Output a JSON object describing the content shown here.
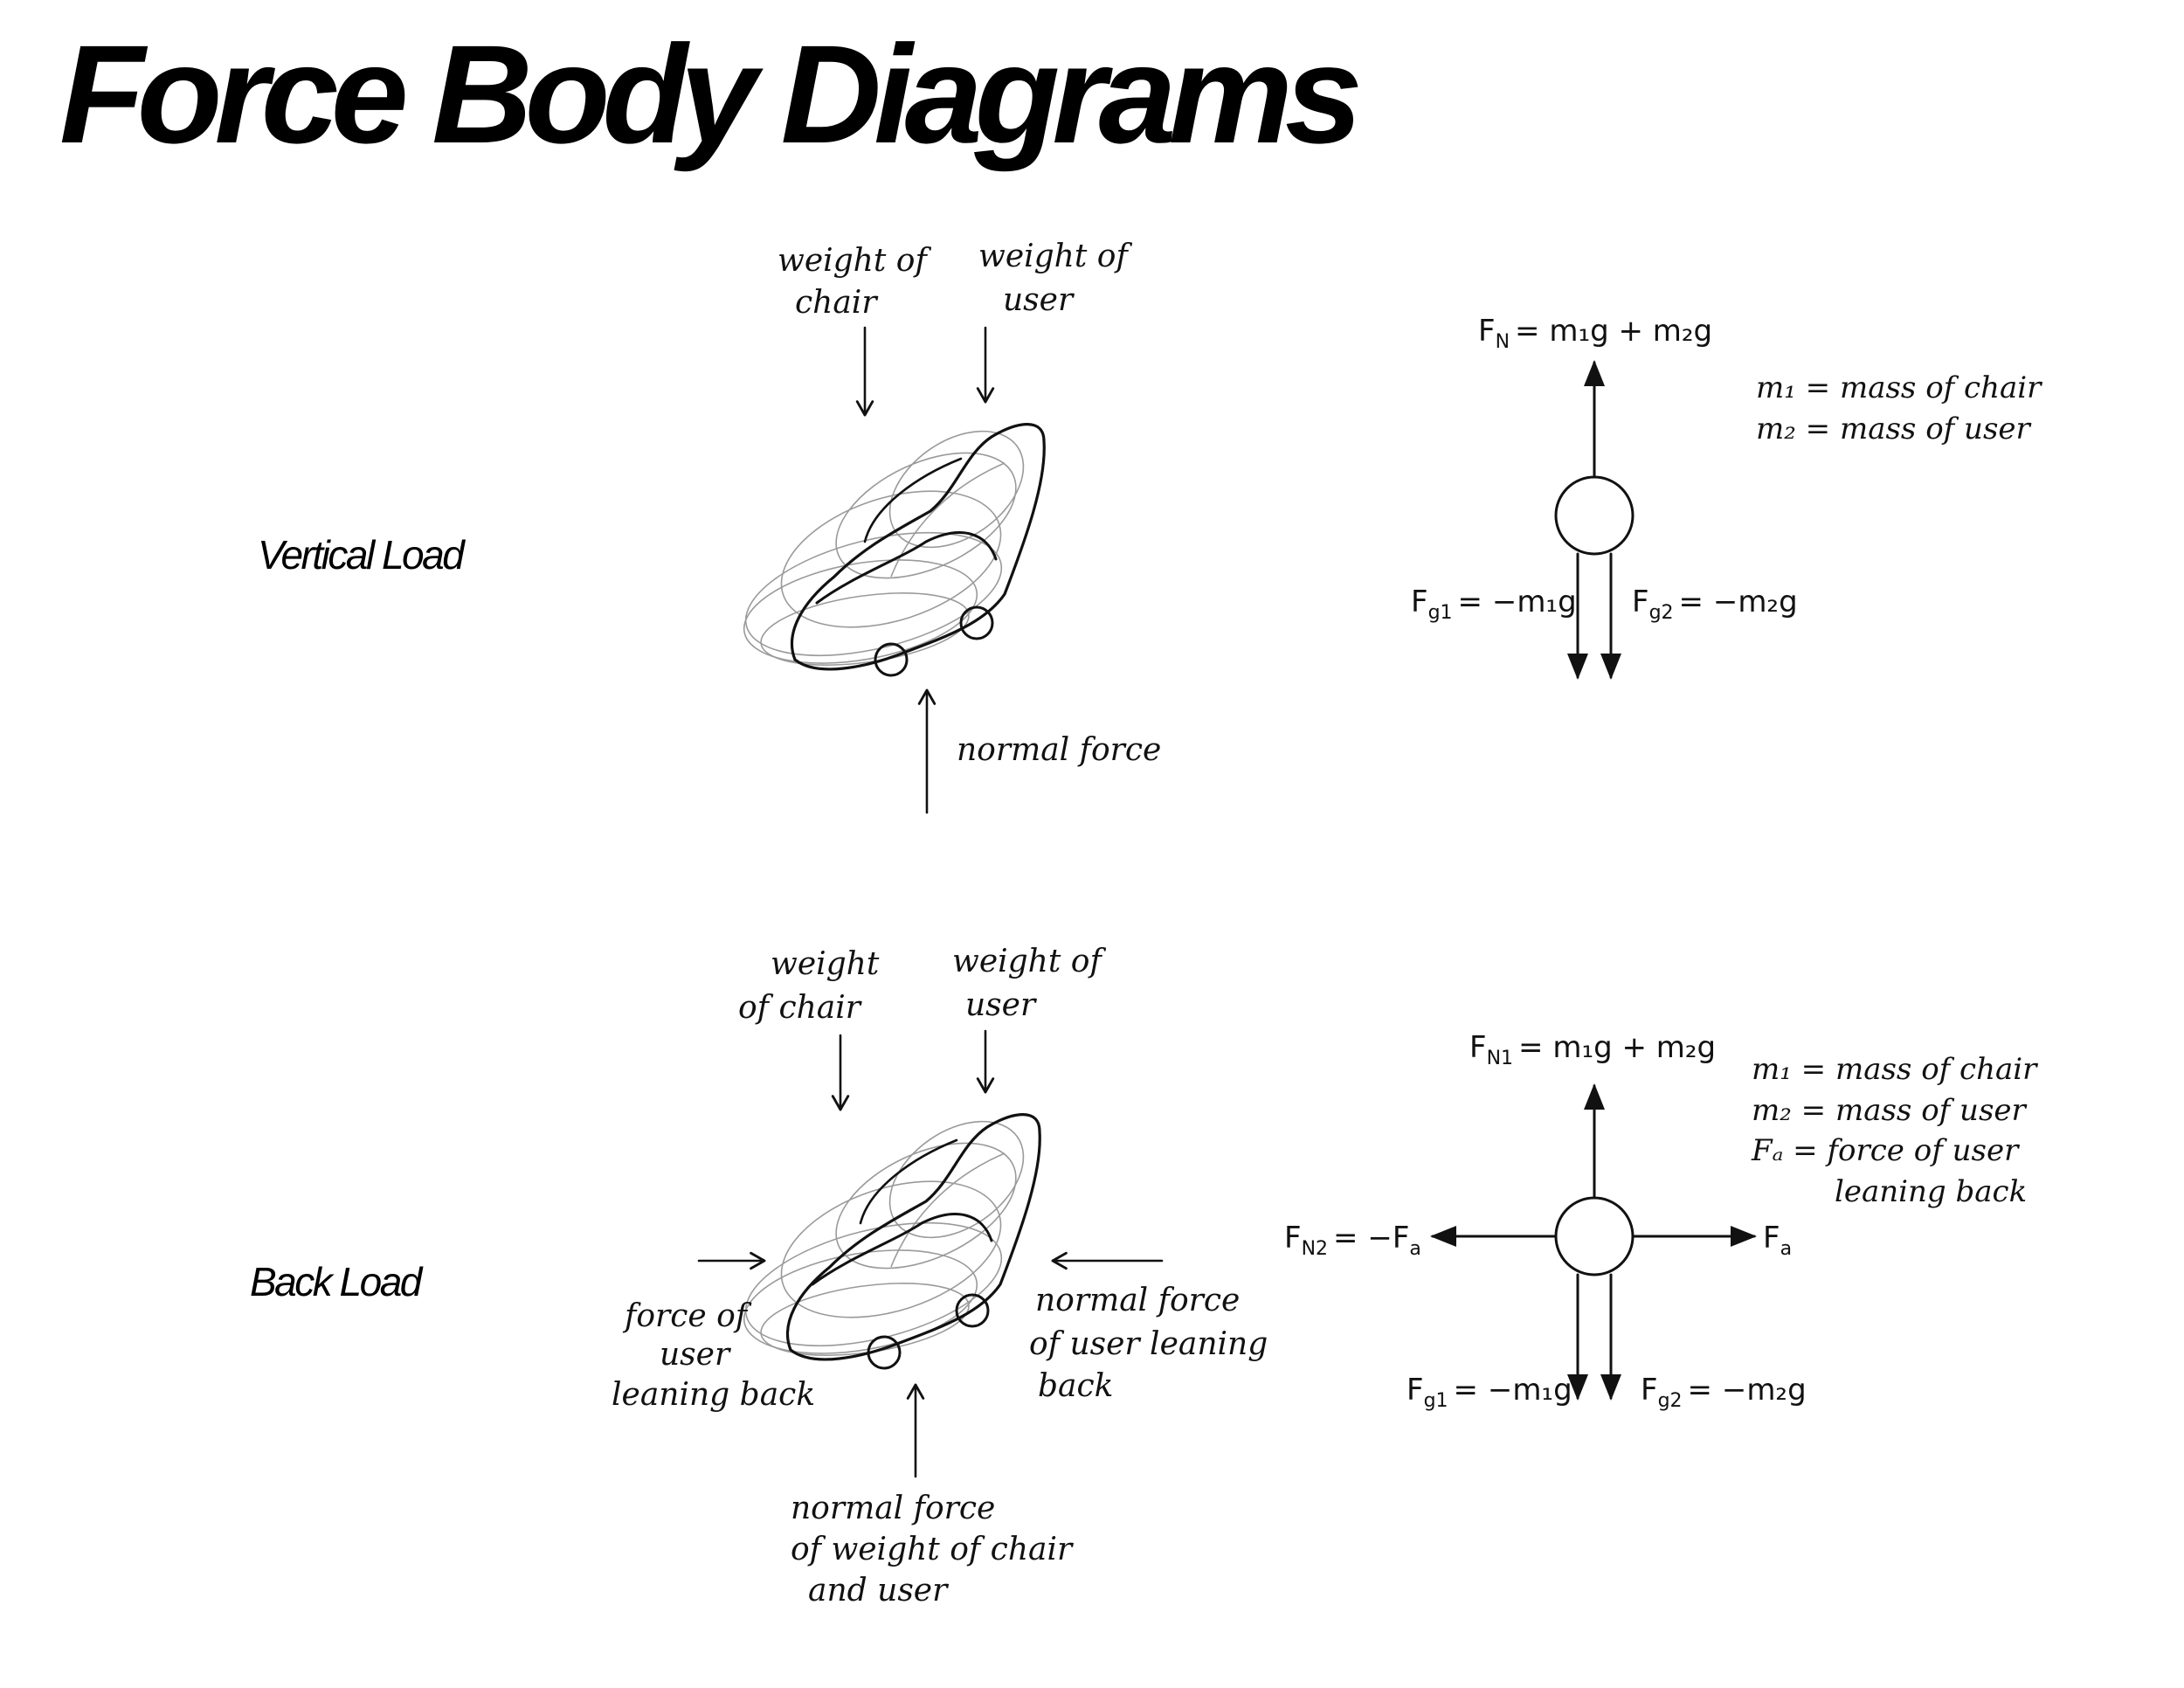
{
  "title": "Force Body Diagrams",
  "colors": {
    "ink": "#111111",
    "sketch_lines": "#9a9a9a",
    "background": "#ffffff"
  },
  "vertical_load": {
    "label": "Vertical Load",
    "chair_labels": {
      "weight_chair": [
        "weight of",
        "chair"
      ],
      "weight_user": [
        "weight of",
        "user"
      ],
      "normal_force": "normal force"
    },
    "fbd": {
      "fn": "F",
      "fn_sub": "N",
      "fn_rhs": "= m₁g + m₂g",
      "fg1": "F",
      "fg1_sub": "g1",
      "fg1_rhs": "= −m₁g",
      "fg2": "F",
      "fg2_sub": "g2",
      "fg2_rhs": "= −m₂g"
    },
    "legend": [
      "m₁ = mass of chair",
      "m₂ = mass of user"
    ]
  },
  "back_load": {
    "label": "Back Load",
    "chair_labels": {
      "weight_chair": [
        "weight",
        "of chair"
      ],
      "weight_user": [
        "weight of",
        "user"
      ],
      "force_user_leaning": [
        "force of",
        "user",
        "leaning back"
      ],
      "normal_force_leaning": [
        "normal force",
        "of user leaning",
        "back"
      ],
      "normal_force_weight": [
        "normal force",
        "of weight of chair",
        "and user"
      ]
    },
    "fbd": {
      "fn1": "F",
      "fn1_sub": "N1",
      "fn1_rhs": "= m₁g + m₂g",
      "fn2": "F",
      "fn2_sub": "N2",
      "fn2_rhs": "= −F",
      "fn2_rhs_sub": "a",
      "fa": "F",
      "fa_sub": "a",
      "fg1": "F",
      "fg1_sub": "g1",
      "fg1_rhs": "= −m₁g",
      "fg2": "F",
      "fg2_sub": "g2",
      "fg2_rhs": "= −m₂g"
    },
    "legend": [
      "m₁ = mass of chair",
      "m₂ = mass of user",
      "Fₐ = force of user",
      "leaning back"
    ]
  }
}
